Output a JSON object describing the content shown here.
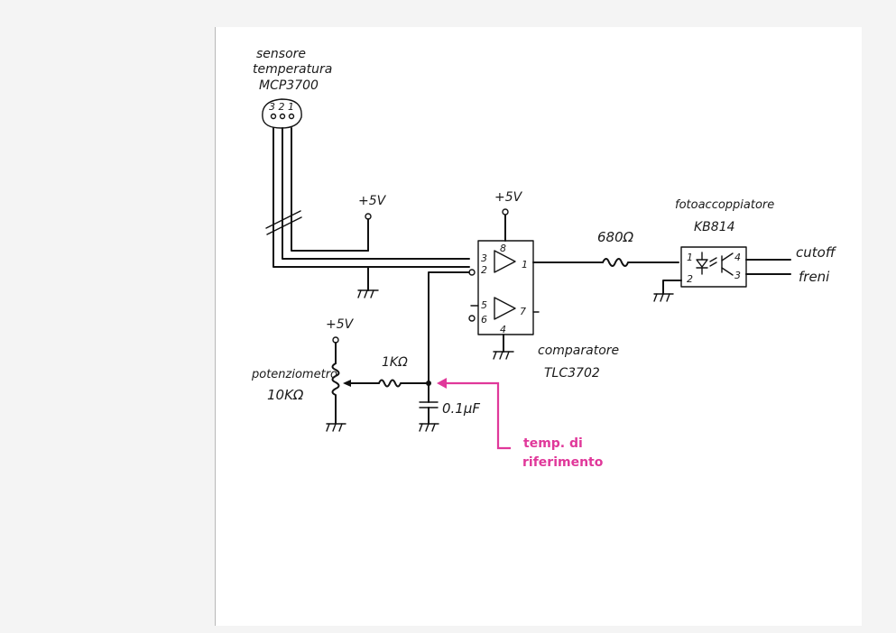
{
  "labels": {
    "sensor_line1": "sensore",
    "sensor_line2": "temperatura",
    "sensor_line3": "MCP3700",
    "sensor_pins": "3 2 1",
    "vcc_sensor": "+5V",
    "vcc_comp": "+5V",
    "vcc_pot": "+5V",
    "resistor_680": "680Ω",
    "optocoupler_line1": "fotoaccoppiatore",
    "optocoupler_line2": "KB814",
    "opto_pin1": "1",
    "opto_pin2": "2",
    "opto_pin3": "3",
    "opto_pin4": "4",
    "output_line1": "cutoff",
    "output_line2": "freni",
    "comp_pin8": "8",
    "comp_pin3": "3",
    "comp_pin2": "2",
    "comp_pin1": "1",
    "comp_pin5": "5",
    "comp_pin6": "6",
    "comp_pin7": "7",
    "comp_pin4": "4",
    "comparator_line1": "comparatore",
    "comparator_line2": "TLC3702",
    "pot_line1": "potenziometro",
    "pot_line2": "10KΩ",
    "resistor_1k": "1KΩ",
    "capacitor": "0.1μF",
    "annotation_line1": "temp. di",
    "annotation_line2": "riferimento"
  },
  "colors": {
    "ink": "#111111",
    "annotation": "#e0389a",
    "paper": "#ffffff",
    "background": "#f4f4f4"
  }
}
